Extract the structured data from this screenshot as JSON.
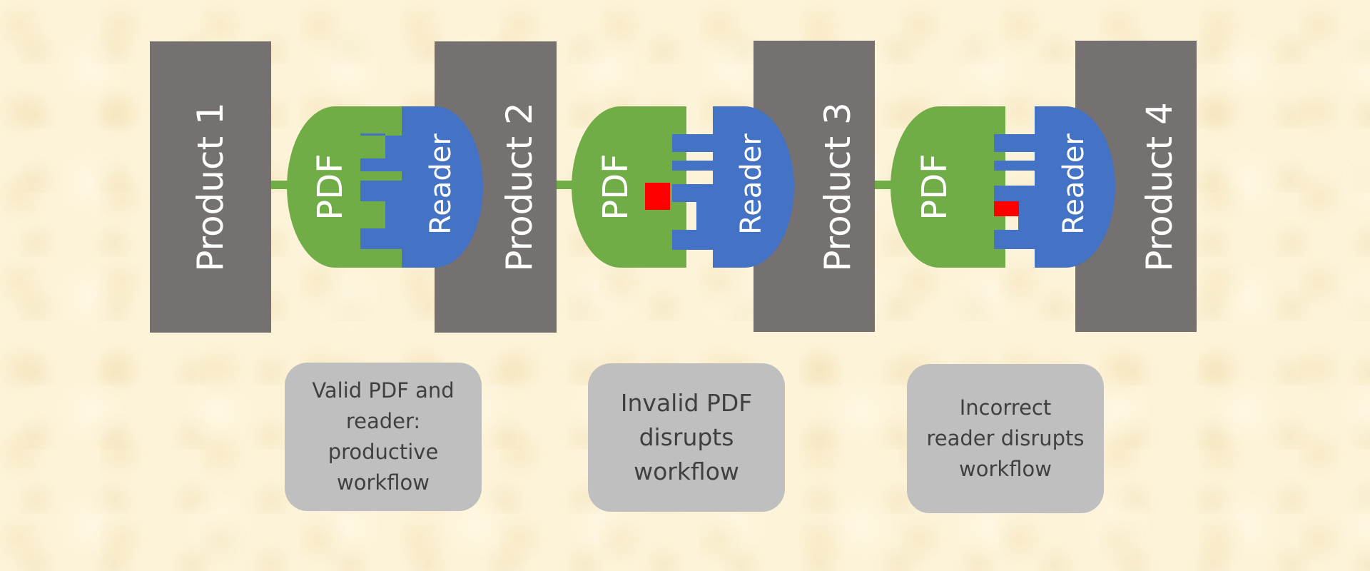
{
  "products": [
    "Product 1",
    "Product 2",
    "Product 3",
    "Product 4"
  ],
  "connectors": [
    {
      "pdf_label": "PDF",
      "reader_label": "Reader",
      "defect": "none"
    },
    {
      "pdf_label": "PDF",
      "reader_label": "Reader",
      "defect": "invalid-pdf"
    },
    {
      "pdf_label": "PDF",
      "reader_label": "Reader",
      "defect": "incorrect-reader"
    }
  ],
  "captions": [
    "Valid PDF and\nreader:\nproductive\nworkflow",
    "Invalid PDF\ndisrupts\nworkflow",
    "Incorrect\nreader disrupts\nworkflow"
  ],
  "colors": {
    "product": "#767171",
    "pdf": "#70ad47",
    "reader": "#4472c4",
    "defect": "#ff0000",
    "caption_bg": "#bfbfbf",
    "caption_text": "#404040"
  }
}
